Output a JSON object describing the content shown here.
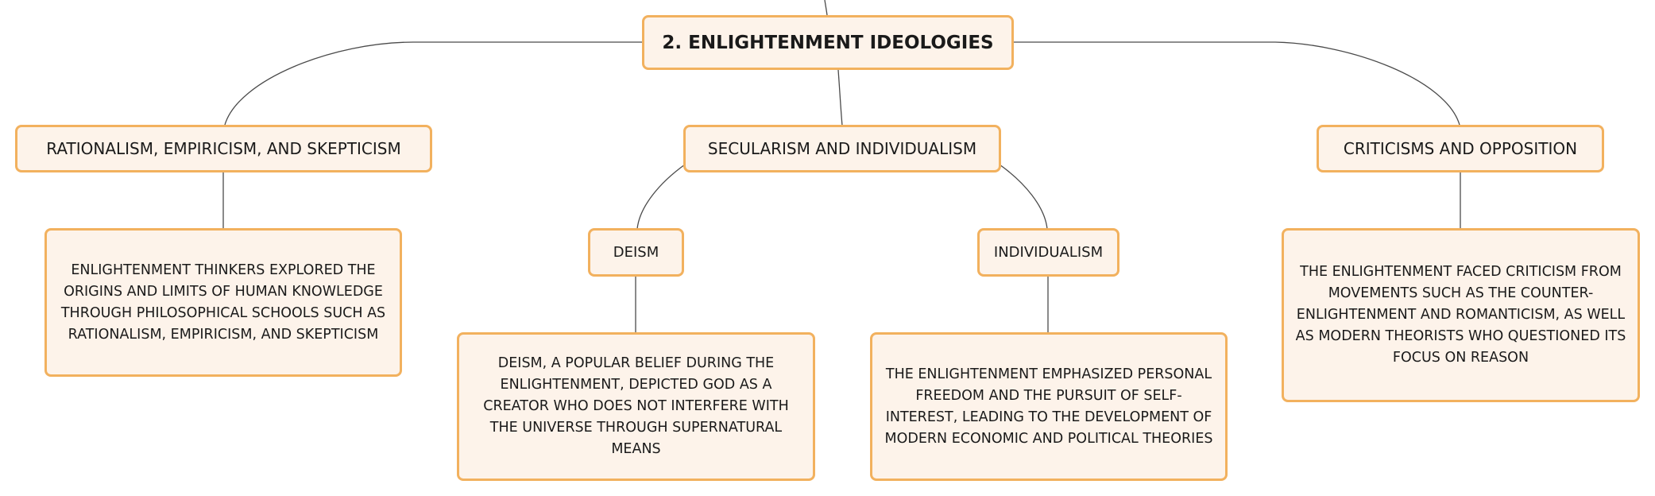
{
  "diagram": {
    "root": {
      "label": "2. ENLIGHTENMENT IDEOLOGIES"
    },
    "branches": [
      {
        "label": "RATIONALISM, EMPIRICISM, AND SKEPTICISM",
        "detail": "ENLIGHTENMENT THINKERS EXPLORED THE ORIGINS AND LIMITS OF HUMAN KNOWLEDGE THROUGH PHILOSOPHICAL SCHOOLS SUCH AS RATIONALISM, EMPIRICISM, AND SKEPTICISM"
      },
      {
        "label": "SECULARISM AND INDIVIDUALISM",
        "children": [
          {
            "label": "DEISM",
            "detail": "DEISM, A POPULAR BELIEF DURING THE ENLIGHTENMENT, DEPICTED GOD AS A CREATOR WHO DOES NOT INTERFERE WITH THE UNIVERSE THROUGH SUPERNATURAL MEANS"
          },
          {
            "label": "INDIVIDUALISM",
            "detail": "THE ENLIGHTENMENT EMPHASIZED PERSONAL FREEDOM AND THE PURSUIT OF SELF-INTEREST, LEADING TO THE DEVELOPMENT OF MODERN ECONOMIC AND POLITICAL THEORIES"
          }
        ]
      },
      {
        "label": "CRITICISMS AND OPPOSITION",
        "detail": "THE ENLIGHTENMENT FACED CRITICISM FROM MOVEMENTS SUCH AS THE COUNTER-ENLIGHTENMENT AND ROMANTICISM, AS WELL AS MODERN THEORISTS WHO QUESTIONED ITS FOCUS ON REASON"
      }
    ]
  },
  "colors": {
    "node_fill": "#fdf3ea",
    "node_border": "#f2b15e",
    "connector": "#4a4a4a"
  }
}
